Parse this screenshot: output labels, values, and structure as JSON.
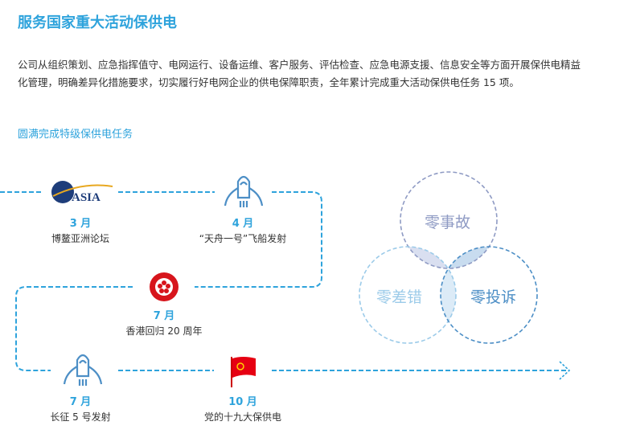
{
  "title": "服务国家重大活动保供电",
  "intro": "公司从组织策划、应急指挥值守、电网运行、设备运维、客户服务、评估检查、应急电源支援、信息安全等方面开展保供电精益化管理，明确差异化措施要求，切实履行好电网企业的供电保障职责，全年累计完成重大活动保供电任务 15 项。",
  "subtitle": "圆满完成特级保供电任务",
  "events": [
    {
      "month": "3 月",
      "name": "博鳌亚洲论坛",
      "icon": "boao-asia-logo",
      "logo_text": "ASIA"
    },
    {
      "month": "4 月",
      "name": "“天舟一号”飞船发射",
      "icon": "rocket-icon"
    },
    {
      "month": "7 月",
      "name": "香港回归 20 周年",
      "icon": "hong-kong-emblem"
    },
    {
      "month": "7 月",
      "name": "长征 5 号发射",
      "icon": "rocket-icon"
    },
    {
      "month": "10 月",
      "name": "党的十九大保供电",
      "icon": "party-flag"
    }
  ],
  "venn": {
    "top": "零事故",
    "left": "零差错",
    "right": "零投诉"
  },
  "colors": {
    "accent": "#2ea3dc",
    "top": "#8f9bc4",
    "left": "#9ccbe9",
    "right": "#4d8fc6"
  }
}
